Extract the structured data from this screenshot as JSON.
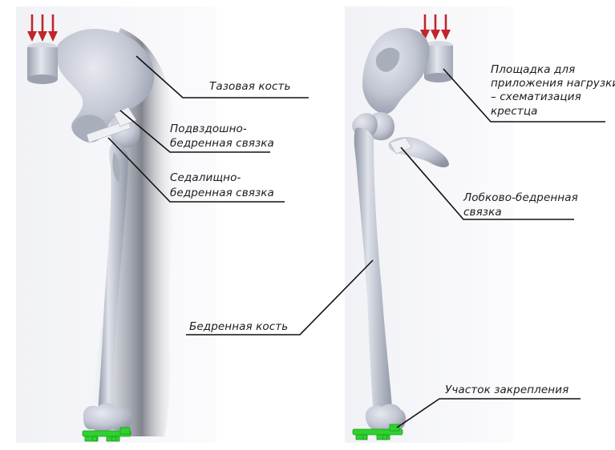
{
  "labels": {
    "pelvis": "Тазовая кость",
    "iliofemoral_1": "Подвздошно-",
    "iliofemoral_2": "бедренная связка",
    "ischiofemoral_1": "Седалищно-",
    "ischiofemoral_2": "бедренная связка",
    "load_pad_1": "Площадка для",
    "load_pad_2": "приложения нагрузки",
    "load_pad_3": "– схематизация",
    "load_pad_4": "крестца",
    "pubofemoral_1": "Лобково-бедренная",
    "pubofemoral_2": "связка",
    "femur": "Бедренная кость",
    "fixation": "Участок закрепления"
  },
  "colors": {
    "bone": "#c3c7d3",
    "bone_shadow": "#8d93a3",
    "load_arrows": "#c0262b",
    "fixation": "#2fd12f",
    "ligament": "#e9ecf2",
    "leader_line": "#111111"
  }
}
